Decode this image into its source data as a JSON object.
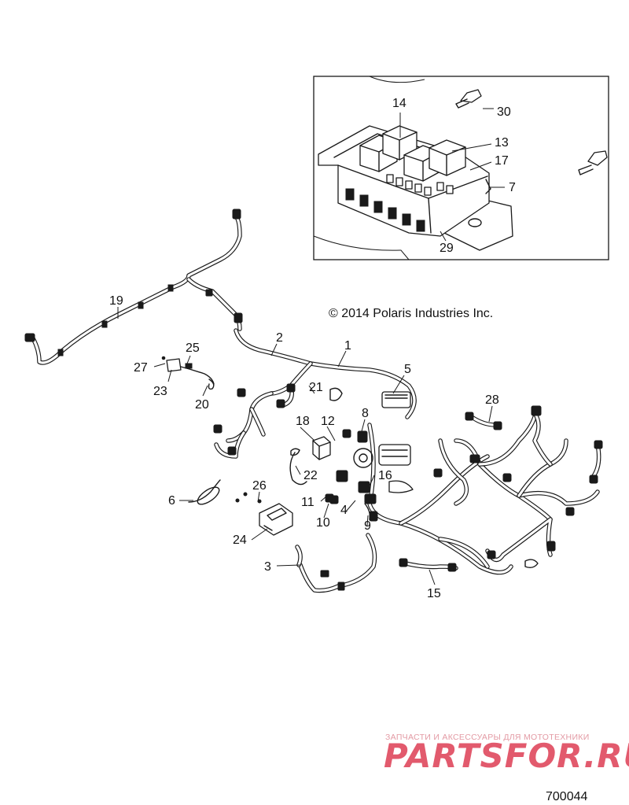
{
  "copyright": "© 2014 Polaris Industries Inc.",
  "figure_id": "700044",
  "watermark": {
    "tagline": "ЗАПЧАСТИ И АКСЕССУАРЫ ДЛЯ МОТОТЕХНИКИ",
    "brand": "PARTSFOR.RU",
    "color": "#e25a6d"
  },
  "callouts": {
    "c1": "1",
    "c2": "2",
    "c3": "3",
    "c4": "4",
    "c5": "5",
    "c6": "6",
    "c7": "7",
    "c8": "8",
    "c9": "9",
    "c10": "10",
    "c11": "11",
    "c12": "12",
    "c13": "13",
    "c14": "14",
    "c15": "15",
    "c16": "16",
    "c17": "17",
    "c18": "18",
    "c19": "19",
    "c20": "20",
    "c21": "21",
    "c22": "22",
    "c23": "23",
    "c24": "24",
    "c25": "25",
    "c26": "26",
    "c27": "27",
    "c28": "28",
    "c29": "29",
    "c30": "30"
  }
}
